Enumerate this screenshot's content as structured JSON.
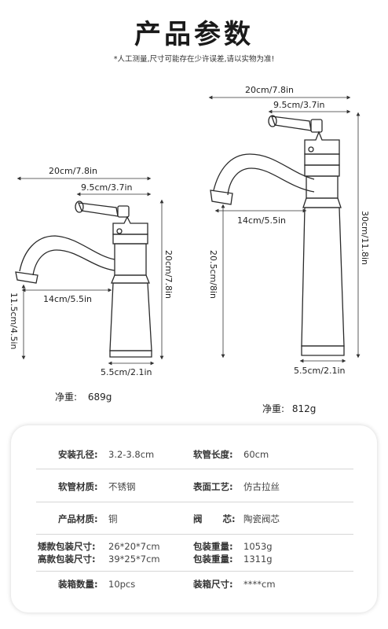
{
  "title": "产品参数",
  "note": "*人工测量,尺寸可能存在少许误差,请以实物为准!",
  "left_faucet": {
    "width_total": "20cm/7.8in",
    "handle": "9.5cm/3.7in",
    "spout": "14cm/5.5in",
    "height_total": "20cm/7.8in",
    "spout_height": "11.5cm/4.5in",
    "base": "5.5cm/2.1in",
    "weight_label": "净重:",
    "weight_value": "689g"
  },
  "right_faucet": {
    "width_total": "20cm/7.8in",
    "handle": "9.5cm/3.7in",
    "spout": "14cm/5.5in",
    "height_total": "30cm/11.8in",
    "spout_height": "20.5cm/8in",
    "base": "5.5cm/2.1in",
    "weight_label": "净重:",
    "weight_value": "812g"
  },
  "specs": {
    "r1": {
      "l1": "安装孔径:",
      "v1": "3.2-3.8cm",
      "l2": "软管长度:",
      "v2": "60cm"
    },
    "r2": {
      "l1": "软管材质:",
      "v1": "不锈钢",
      "l2": "表面工艺:",
      "v2": "仿古拉丝"
    },
    "r3": {
      "l1": "产品材质:",
      "v1": "铜",
      "l2": "阀 芯:",
      "v2": "陶瓷阀芯"
    },
    "r4": {
      "l1a": "矮款包装尺寸:",
      "v1a": "26*20*7cm",
      "l1b": "高款包装尺寸:",
      "v1b": "39*25*7cm",
      "l2a": "包装重量:",
      "v2a": "1053g",
      "l2b": "包装重量:",
      "v2b": "1311g"
    },
    "r5": {
      "l1": "装箱数量:",
      "v1": "10pcs",
      "l2": "装箱尺寸:",
      "v2": "****cm"
    }
  }
}
